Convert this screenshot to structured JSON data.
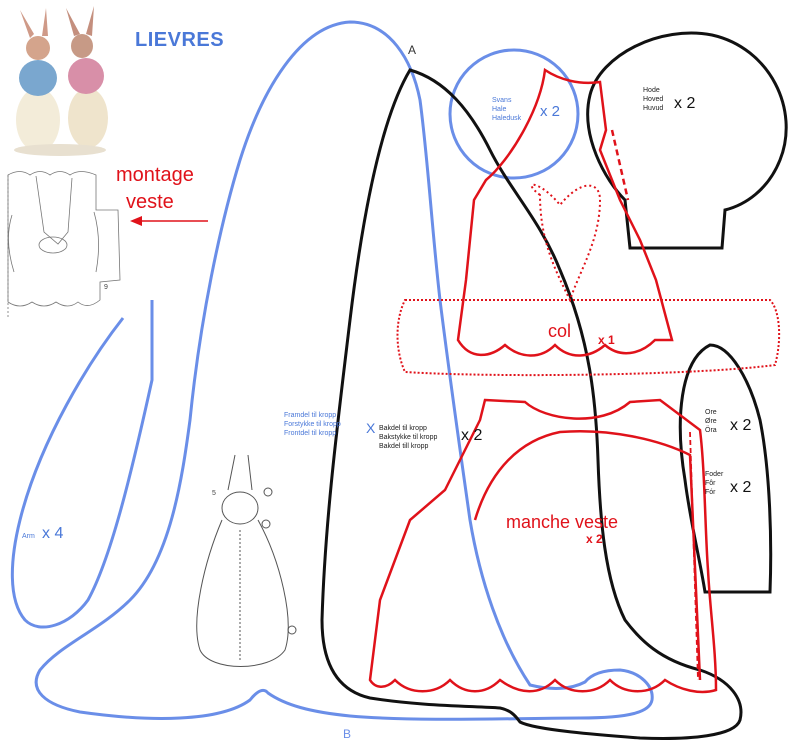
{
  "title": "LIEVRES",
  "montage": {
    "line1": "montage",
    "line2": "veste"
  },
  "marks": {
    "a": "A",
    "b": "B",
    "sketch_page": "9",
    "sketch_step": "5"
  },
  "pieces": {
    "tail": {
      "names": [
        "Svans",
        "Hale",
        "Haledusk"
      ],
      "qty": "x 2"
    },
    "head": {
      "names": [
        "Hode",
        "Hoved",
        "Huvud"
      ],
      "qty": "x 2"
    },
    "collar": {
      "label": "col",
      "qty": "x 1"
    },
    "front_body": {
      "names": [
        "Framdel til kropp",
        "Forstykke til kropp",
        "Frontdel til kropp"
      ],
      "qty": "X"
    },
    "back_body": {
      "names": [
        "Bakdel til kropp",
        "Bakstykke til kropp",
        "Bakdel till kropp"
      ],
      "qty": "x 2"
    },
    "ear": {
      "names": [
        "Ore",
        "Øre",
        "Öra"
      ],
      "qty": "x 2"
    },
    "foot": {
      "names": [
        "Foder",
        "Fôr",
        "Fór"
      ],
      "qty": "x 2"
    },
    "sleeve": {
      "label": "manche veste",
      "qty": "x 2"
    },
    "arm": {
      "name": "Arm",
      "qty": "x 4"
    }
  },
  "colors": {
    "blue_outline": "#6a8ee8",
    "black_outline": "#111111",
    "red_outline": "#e0121a"
  }
}
